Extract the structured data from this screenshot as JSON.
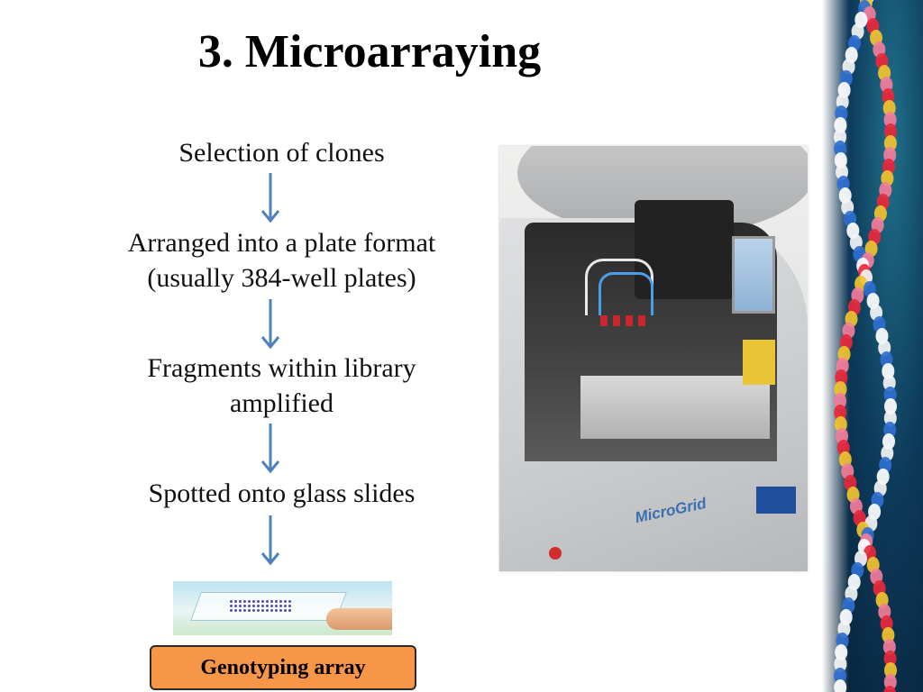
{
  "title": "3. Microarraying",
  "steps": [
    "Selection of clones",
    "Arranged into a plate format",
    "(usually 384-well plates)",
    "Fragments within library",
    "amplified",
    "Spotted onto glass slides"
  ],
  "result_label": "Genotyping array",
  "photo_brand": "MicroGrid",
  "colors": {
    "arrow": "#4f81bd",
    "result_box": "#f79646"
  }
}
